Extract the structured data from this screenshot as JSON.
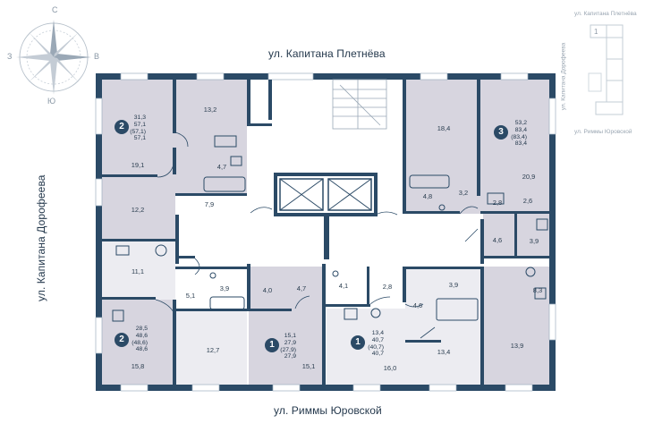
{
  "streets": {
    "top": "ул. Капитана Плетнёва",
    "bottom": "ул. Риммы Юровской",
    "left": "ул. Капитана Дорофеева"
  },
  "compass": {
    "n": "С",
    "s": "Ю",
    "w": "З",
    "e": "В"
  },
  "minimap": {
    "top_street": "ул. Капитана Плетнёва",
    "side_street": "ул. Капитана Дорофеева",
    "bottom_street": "ул. Риммы Юровской",
    "section_number": "1"
  },
  "apartments": [
    {
      "rooms": "2",
      "values": [
        "31,3",
        "57,1",
        "(57,1)",
        "57,1"
      ]
    },
    {
      "rooms": "3",
      "values": [
        "53,2",
        "83,4",
        "(83,4)",
        "83,4"
      ]
    },
    {
      "rooms": "2",
      "values": [
        "28,5",
        "48,6",
        "(48,6)",
        "48,6"
      ]
    },
    {
      "rooms": "1",
      "values": [
        "15,1",
        "27,9",
        "(27,9)",
        "27,9"
      ]
    },
    {
      "rooms": "1",
      "values": [
        "13,4",
        "40,7",
        "(40,7)",
        "40,7"
      ]
    }
  ],
  "room_areas": [
    "13,2",
    "19,1",
    "4,7",
    "7,9",
    "12,2",
    "18,4",
    "20,9",
    "4,8",
    "3,2",
    "2,8",
    "2,6",
    "4,6",
    "3,9",
    "11,1",
    "5,1",
    "3,9",
    "4,0",
    "4,7",
    "4,1",
    "2,8",
    "3,9",
    "8,3",
    "4,6",
    "12,7",
    "15,8",
    "15,1",
    "16,0",
    "13,4",
    "13,9"
  ],
  "colors": {
    "wall": "#2b4a66",
    "apartment_fill": "#d7d5df",
    "common_fill": "#ececf1",
    "badge": "#2b4a66"
  }
}
